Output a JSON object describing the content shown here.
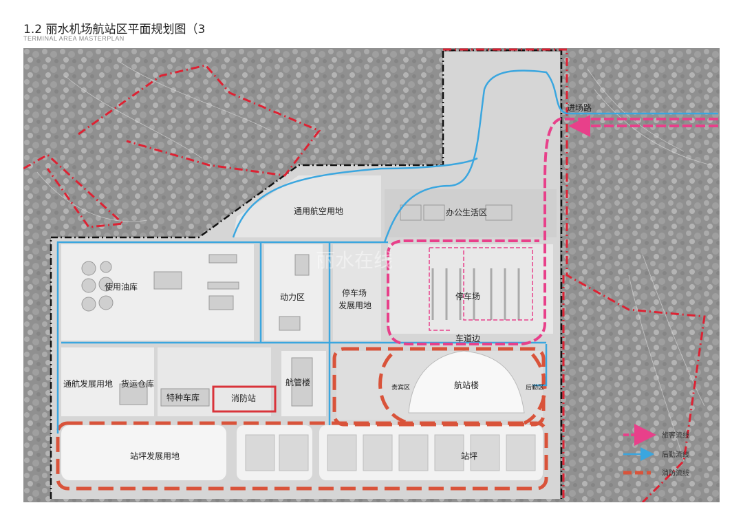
{
  "header": {
    "title": "1.2 丽水机场航站区平面规划图（3",
    "subtitle": "TERMINAL AREA MASTERPLAN"
  },
  "zones": {
    "general_aviation_land": "通用航空用地",
    "office_area": "办公生活区",
    "oil_depot": "使用油库",
    "power_area": "动力区",
    "parking_dev": "停车场",
    "parking_dev_2": "发展用地",
    "parking": "停车场",
    "curbside": "车道边",
    "entry_road": "进场路",
    "ga_dev_land": "通航发展用地",
    "cargo": "货运仓库",
    "special_garage": "特种车库",
    "fire_station": "消防站",
    "atc_building": "航管楼",
    "terminal": "航站楼",
    "vip_area": "贵宾区",
    "logistics_area": "后勤区",
    "apron_dev_land": "站坪发展用地",
    "apron": "站坪",
    "watermark": "丽水在线"
  },
  "legend": {
    "items": [
      {
        "label": "旅客流线",
        "color": "#e8408a"
      },
      {
        "label": "后勤流线",
        "color": "#3aa6df"
      },
      {
        "label": "消防流线",
        "color": "#d9533a"
      }
    ]
  },
  "colors": {
    "passenger": "#e8408a",
    "service": "#3aa6df",
    "fire": "#d9533a",
    "boundary_red": "#dd2233",
    "boundary_black": "#111111"
  }
}
